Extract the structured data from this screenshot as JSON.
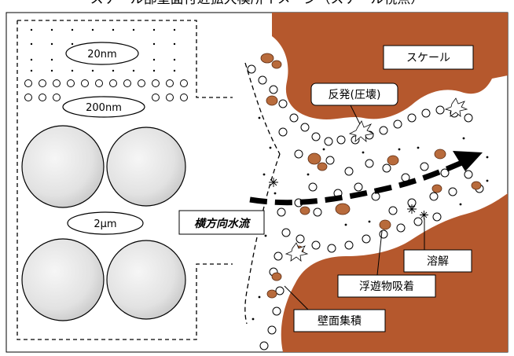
{
  "header": {
    "cut_title": "スケール部壁面付近拡大模所イメージ（スケール視点）"
  },
  "pore_sizes": {
    "small": "20nm",
    "medium": "200nm",
    "large": "2μm"
  },
  "labels": {
    "scale": "スケール",
    "rebound": "反発(圧壊)",
    "lateral_flow": "横方向水流",
    "dissolution": "溶解",
    "suspended_adsorption": "浮遊物吸着",
    "wall_accumulation": "壁面集積"
  },
  "colors": {
    "scale_fill": "#b5582d",
    "particle_fill": "#b86b3c",
    "sphere_fill": "#e0e0e0",
    "arrow": "#000000"
  },
  "icons": [
    "flow-arrow-icon",
    "burst-icon",
    "asterisk-particle-icon"
  ]
}
